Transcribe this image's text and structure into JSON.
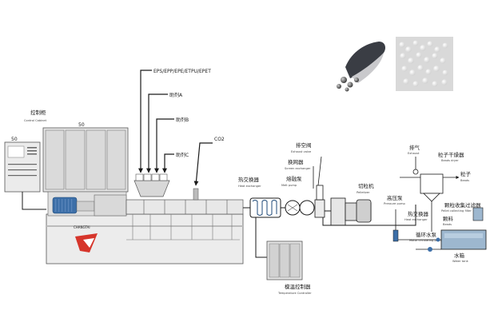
{
  "materials": "EPS/EPP/EPE/ETPU/EPET",
  "additives": [
    "助剂A",
    "助剂B",
    "助剂C"
  ],
  "co2": "CO2",
  "control_cabinet": {
    "zh": "控制柜",
    "en": "Control Cabinet",
    "tag_left": "50",
    "tag_right": "50"
  },
  "heat_exchanger": {
    "zh": "热交换器",
    "en": "Heat exchanger"
  },
  "melt_pump": {
    "zh": "熔融泵",
    "en": "Melt pump"
  },
  "screen_changer": {
    "zh": "换网器",
    "en": "Screen exchanger"
  },
  "exhaust_valve": {
    "zh": "排空阀",
    "en": "Exhaust valve"
  },
  "pelletizer": {
    "zh": "切粒机",
    "en": "Pelletizer"
  },
  "temperature_controller": {
    "zh": "模温控制器",
    "en": "Temperature Controller"
  },
  "exhaust": {
    "zh": "排气",
    "en": "Exhaust"
  },
  "pellet_dryer": {
    "zh": "粒子干燥器",
    "en": "Beads dryer"
  },
  "pellet_out": {
    "zh": "粒子",
    "en": "Beads"
  },
  "pressure_pump": {
    "zh": "高压泵",
    "en": "Pressure pump"
  },
  "heat_exchanger_small": {
    "zh": "热交换器",
    "en": "Heat exchanger"
  },
  "filter": {
    "zh": "颗粒收集过滤器",
    "en": "Pellet collecting filter"
  },
  "pellet_label": {
    "zh": "颗料",
    "en": "Beads"
  },
  "motor_pump": {
    "zh": "循环水泵",
    "en": "Motor circulating pump"
  },
  "water_tank": {
    "zh": "水箱",
    "en": "Water tank"
  },
  "brand": "CHANGTAI",
  "colors": {
    "motor": "#3d6fa8",
    "line": "#1a1a1a",
    "tank": "#9db7cf",
    "machine": "#e8e8e8"
  }
}
